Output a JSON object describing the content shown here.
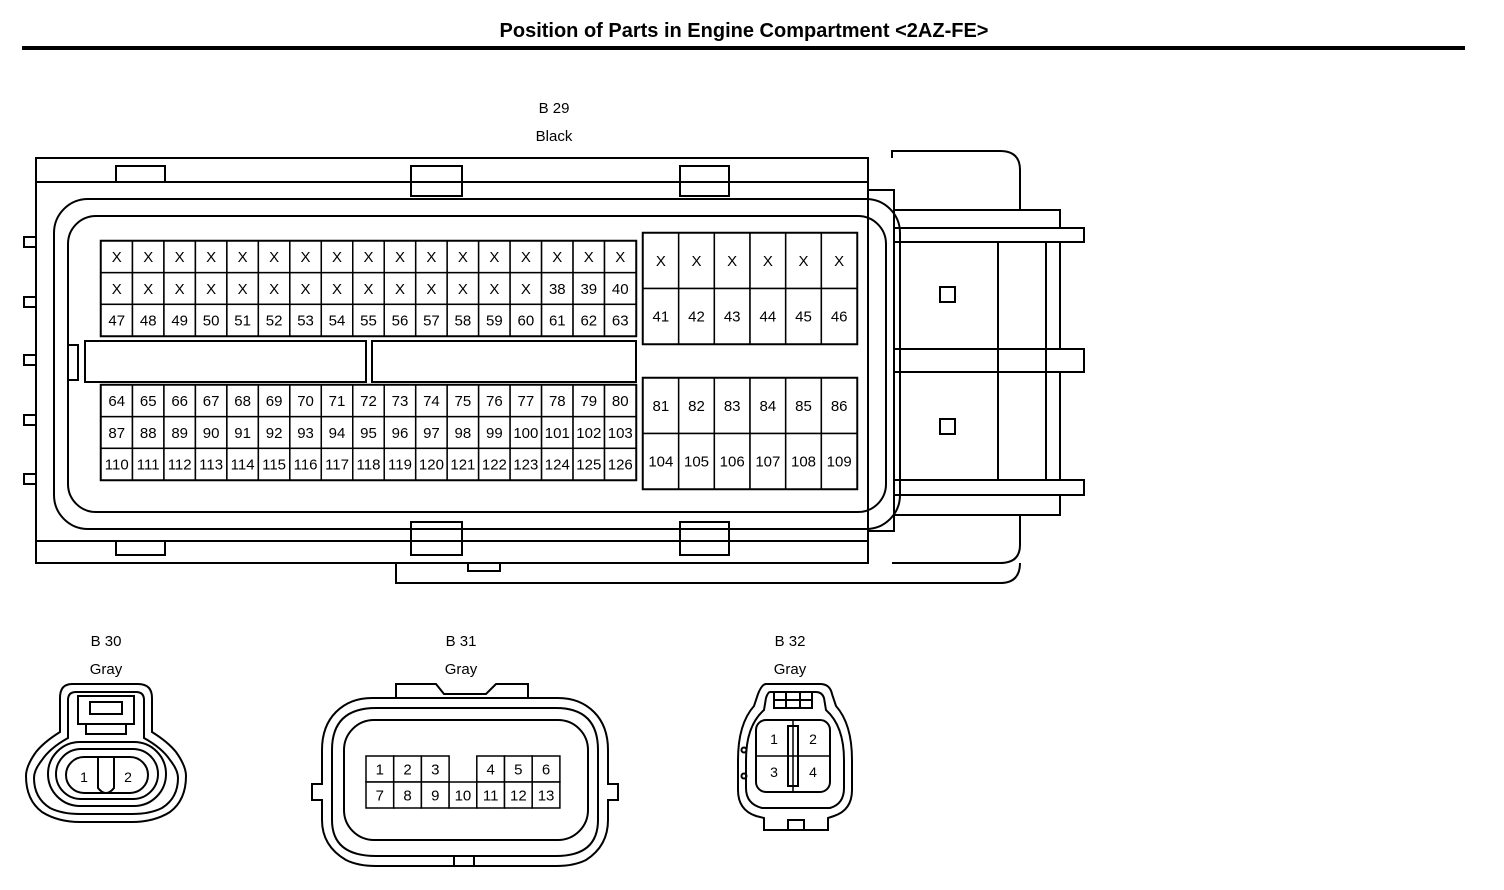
{
  "title": "Position of Parts in Engine Compartment <2AZ-FE>",
  "connectors": {
    "b29": {
      "code": "B 29",
      "color": "Black",
      "left_upper": [
        [
          "X",
          "X",
          "X",
          "X",
          "X",
          "X",
          "X",
          "X",
          "X",
          "X",
          "X",
          "X",
          "X",
          "X",
          "X",
          "X",
          "X"
        ],
        [
          "X",
          "X",
          "X",
          "X",
          "X",
          "X",
          "X",
          "X",
          "X",
          "X",
          "X",
          "X",
          "X",
          "X",
          "38",
          "39",
          "40"
        ],
        [
          "47",
          "48",
          "49",
          "50",
          "51",
          "52",
          "53",
          "54",
          "55",
          "56",
          "57",
          "58",
          "59",
          "60",
          "61",
          "62",
          "63"
        ]
      ],
      "left_lower": [
        [
          "64",
          "65",
          "66",
          "67",
          "68",
          "69",
          "70",
          "71",
          "72",
          "73",
          "74",
          "75",
          "76",
          "77",
          "78",
          "79",
          "80"
        ],
        [
          "87",
          "88",
          "89",
          "90",
          "91",
          "92",
          "93",
          "94",
          "95",
          "96",
          "97",
          "98",
          "99",
          "100",
          "101",
          "102",
          "103"
        ],
        [
          "110",
          "111",
          "112",
          "113",
          "114",
          "115",
          "116",
          "117",
          "118",
          "119",
          "120",
          "121",
          "122",
          "123",
          "124",
          "125",
          "126"
        ]
      ],
      "right_upper": [
        [
          "X",
          "X",
          "X",
          "X",
          "X",
          "X"
        ],
        [
          "41",
          "42",
          "43",
          "44",
          "45",
          "46"
        ]
      ],
      "right_lower": [
        [
          "81",
          "82",
          "83",
          "84",
          "85",
          "86"
        ],
        [
          "104",
          "105",
          "106",
          "107",
          "108",
          "109"
        ]
      ]
    },
    "b30": {
      "code": "B 30",
      "color": "Gray",
      "pins": [
        "1",
        "2"
      ]
    },
    "b31": {
      "code": "B 31",
      "color": "Gray",
      "rows": [
        [
          "1",
          "2",
          "3",
          "",
          "4",
          "5",
          "6"
        ],
        [
          "7",
          "8",
          "9",
          "10",
          "11",
          "12",
          "13"
        ]
      ]
    },
    "b32": {
      "code": "B 32",
      "color": "Gray",
      "pins": [
        "1",
        "2",
        "3",
        "4"
      ]
    }
  }
}
